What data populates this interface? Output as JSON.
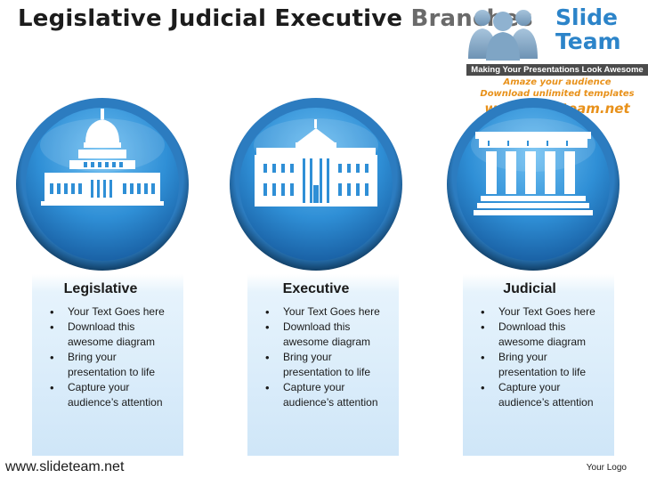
{
  "title": {
    "main": "Legislative Judicial Executive",
    "faded": "Branches"
  },
  "brand": {
    "name_line1": "Slide",
    "name_line2": "Team",
    "tagline": "Making Your Presentations Look Awesome",
    "promo_line1": "Amaze your audience",
    "promo_line2": "Download unlimited templates",
    "promo_line3": "www.slideteam.net"
  },
  "colors": {
    "circle_outer": "#1e5f93",
    "circle_inner": "#2f8fd6",
    "card_bottom": "#cfe6f8",
    "brand_blue": "#2c84c9",
    "promo_orange": "#e8911a"
  },
  "cards": [
    {
      "icon": "capitol-building-icon",
      "title": "Legislative",
      "bullets": [
        "Your Text Goes here",
        "Download this awesome diagram",
        "Bring your presentation to life",
        "Capture your audience’s attention"
      ]
    },
    {
      "icon": "white-house-icon",
      "title": "Executive",
      "bullets": [
        "Your Text Goes here",
        "Download this awesome diagram",
        "Bring your presentation to life",
        "Capture your audience’s attention"
      ]
    },
    {
      "icon": "courthouse-icon",
      "title": "Judicial",
      "bullets": [
        "Your Text Goes here",
        "Download this awesome diagram",
        "Bring your presentation to life",
        "Capture your audience’s attention"
      ]
    }
  ],
  "footer": {
    "website": "www.slideteam.net",
    "logo_text": "Your Logo"
  }
}
